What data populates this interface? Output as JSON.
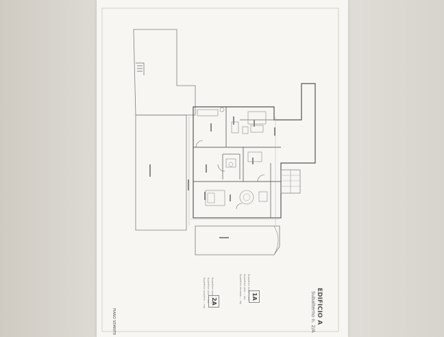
{
  "document": {
    "building_title": "EDIFICIO A",
    "building_subtitle": "Subalterno n. 2/A",
    "floor_label": "PIANO SEMINTE",
    "units": [
      {
        "code": "1A",
        "notes": [
          "Superficie lorda  ...  mq",
          "Superficie utile  ...  mq",
          "Superficie terrazzo  ...  mq"
        ]
      },
      {
        "code": "2A",
        "notes": [
          "Superficie lorda  ...  mq",
          "Superficie utile  ...  mq",
          "Superficie scoperto  ...  mq"
        ]
      }
    ],
    "colors": {
      "paper": "#f7f6f3",
      "lines": "#8a8a8a",
      "background": "#d9d6cf"
    }
  }
}
